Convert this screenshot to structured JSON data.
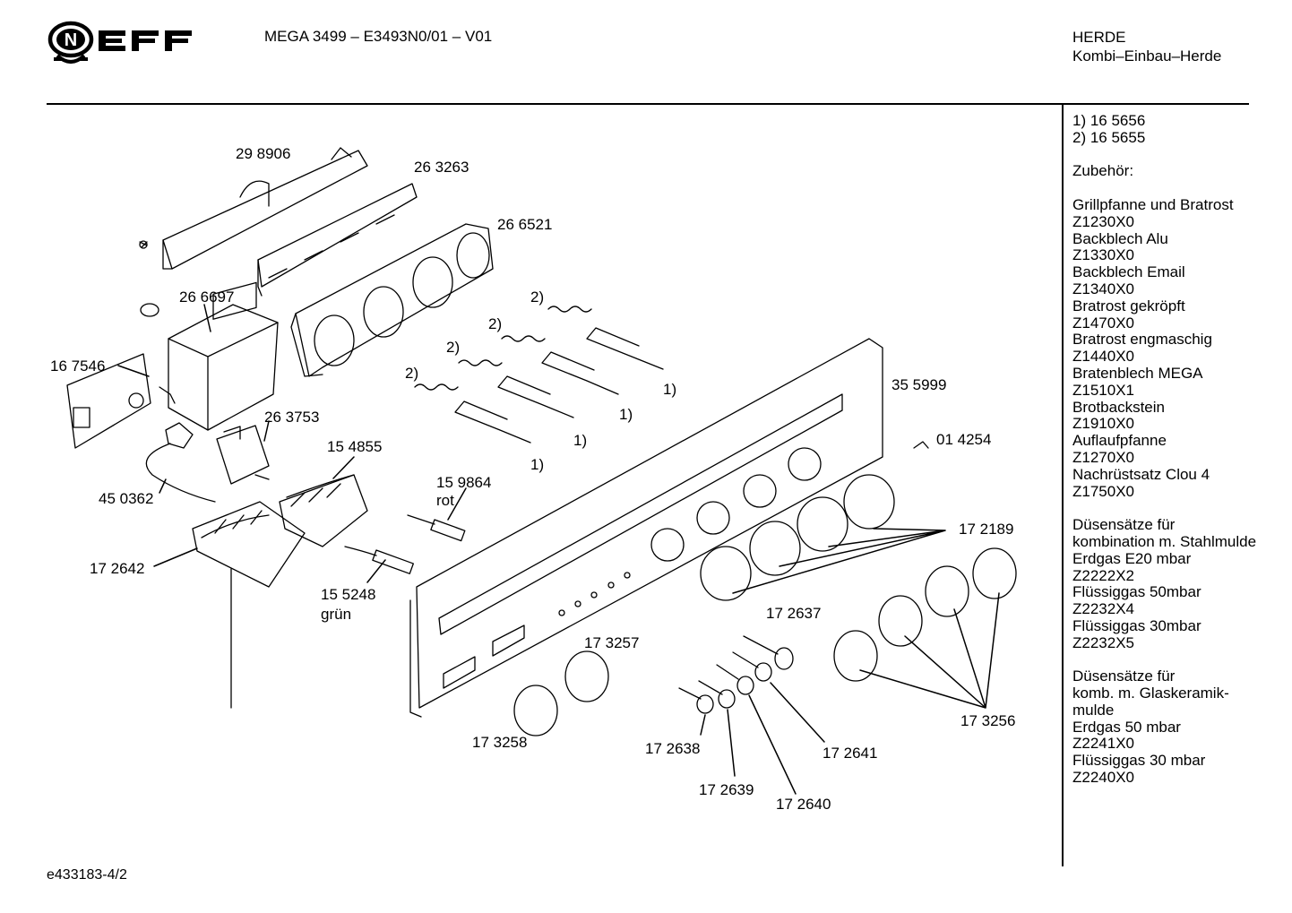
{
  "brand": "NEFF",
  "header": {
    "model": "MEGA 3499 – E3493N0/01 – V01",
    "category": "HERDE",
    "subcategory": "Kombi–Einbau–Herde"
  },
  "sidebar": {
    "footnotes": [
      "1)  16 5656",
      "2)  16 5655"
    ],
    "accessories_title": "Zubehör:",
    "accessories": [
      "Grillpfanne und Bratrost",
      "Z1230X0",
      "Backblech Alu",
      "Z1330X0",
      "Backblech Email",
      "Z1340X0",
      "Bratrost gekröpft",
      "Z1470X0",
      "Bratrost engmaschig",
      "Z1440X0",
      "Bratenblech MEGA",
      "Z1510X1",
      "Brotbackstein",
      "Z1910X0",
      "Auflaufpfanne",
      "Z1270X0",
      "Nachrüstsatz Clou 4",
      "Z1750X0"
    ],
    "nozzles_steel": [
      "Düsensätze für",
      "kombination m. Stahlmulde",
      "Erdgas E20 mbar",
      "Z2222X2",
      "Flüssiggas 50mbar",
      "Z2232X4",
      "Flüssiggas 30mbar",
      "Z2232X5"
    ],
    "nozzles_glass": [
      "Düsensätze für",
      "komb. m. Glaskeramik-",
      "mulde",
      "Erdgas 50 mbar",
      "Z2241X0",
      "Flüssiggas 30 mbar",
      "Z2240X0"
    ]
  },
  "part_labels": {
    "p298906": "29 8906",
    "p263263": "26 3263",
    "p266521": "26 6521",
    "p266697": "26 6697",
    "p167546": "16 7546",
    "p263753": "26 3753",
    "p154855": "15 4855",
    "p450362": "45 0362",
    "p159864": "15 9864",
    "p159864_note": "rot",
    "p172642": "17 2642",
    "p155248": "15 5248",
    "p155248_note": "grün",
    "p355999": "35 5999",
    "p014254": "01 4254",
    "p172189": "17 2189",
    "p172637": "17 2637",
    "p173257": "17 3257",
    "p173258": "17 3258",
    "p172638": "17 2638",
    "p172639": "17 2639",
    "p172640": "17 2640",
    "p172641": "17 2641",
    "p173256": "17 3256",
    "mark1": "1)",
    "mark2": "2)"
  },
  "footer": "e433183-4/2"
}
